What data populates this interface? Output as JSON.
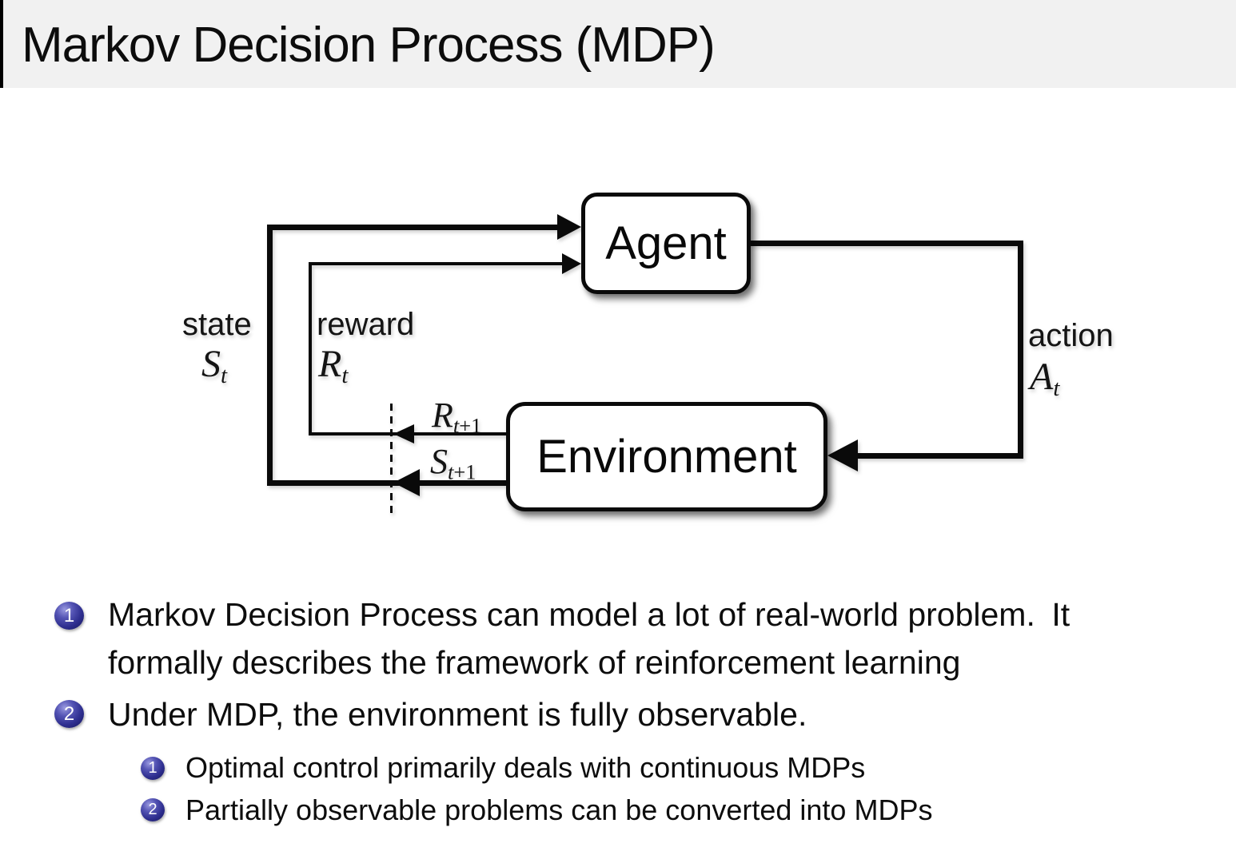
{
  "slide": {
    "title": "Markov Decision Process (MDP)"
  },
  "diagram": {
    "agent_label": "Agent",
    "environment_label": "Environment",
    "state": {
      "label": "state",
      "base": "S",
      "sub": "t"
    },
    "reward": {
      "label": "reward",
      "base": "R",
      "sub": "t"
    },
    "action": {
      "label": "action",
      "base": "A",
      "sub": "t"
    },
    "reward_next": {
      "base": "R",
      "sub_var": "t",
      "sub_rest": "+1"
    },
    "state_next": {
      "base": "S",
      "sub_var": "t",
      "sub_rest": "+1"
    }
  },
  "bullets": {
    "item1": {
      "number": "1",
      "line1": "Markov Decision Process can model a lot of real-world problem. It",
      "line2": "formally describes the framework of reinforcement learning"
    },
    "item2": {
      "number": "2",
      "text": "Under MDP, the environment is fully observable."
    },
    "sub1": {
      "number": "1",
      "text": "Optimal control primarily deals with continuous MDPs"
    },
    "sub2": {
      "number": "2",
      "text": "Partially observable problems can be converted into MDPs"
    }
  },
  "colors": {
    "header_bg": "#f1f1f1",
    "text": "#0d0d0d",
    "line_black": "#0a0a0a",
    "badge_blue": "#2e2e8f"
  }
}
